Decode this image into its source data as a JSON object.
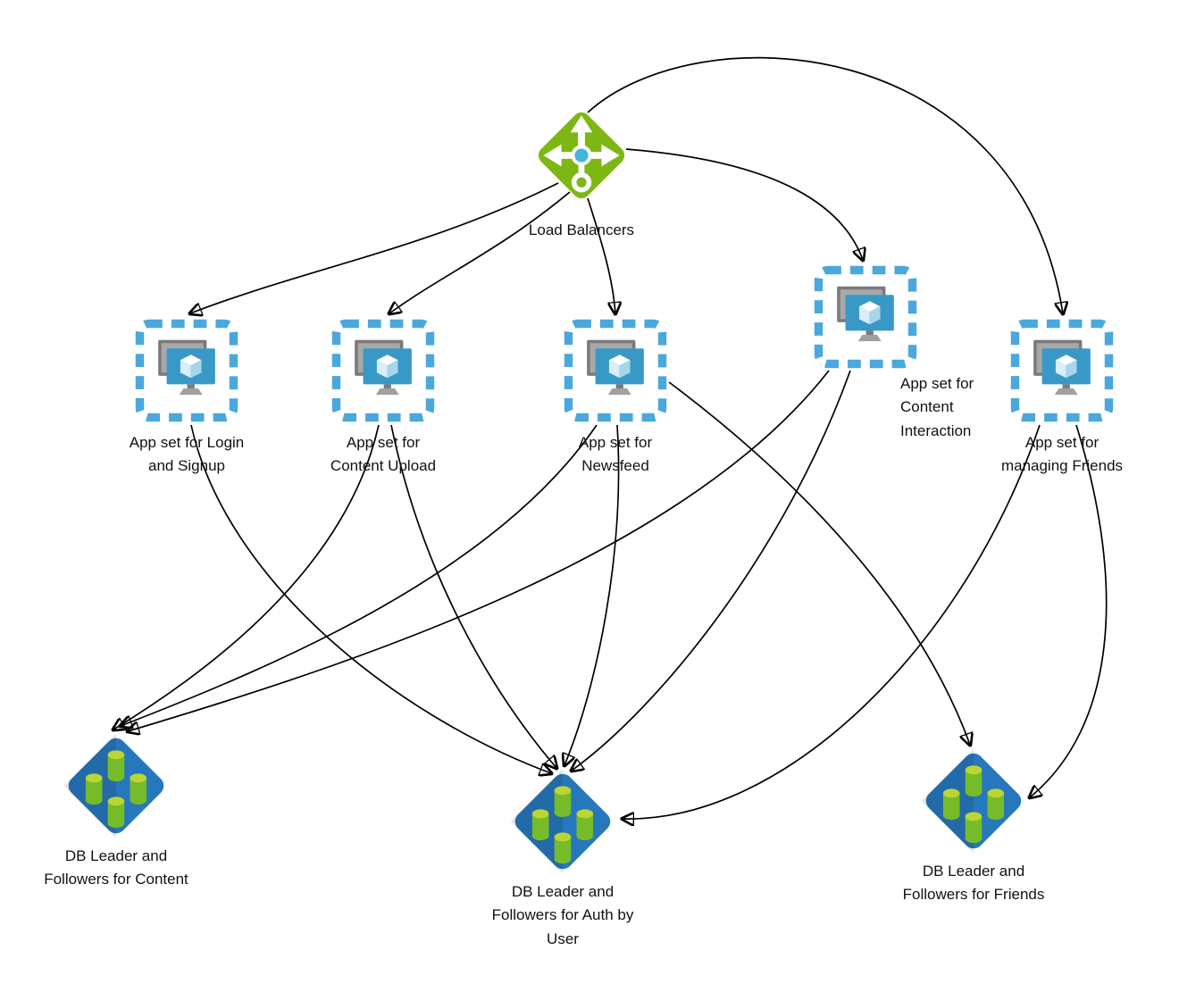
{
  "diagram": {
    "title": "Social network architecture diagram",
    "nodes": {
      "load_balancer": {
        "label": "Load Balancers",
        "type": "load-balancer"
      },
      "app_login": {
        "label": "App set for Login and Signup",
        "type": "vm-scale-set"
      },
      "app_upload": {
        "label": "App set for Content Upload",
        "type": "vm-scale-set"
      },
      "app_newsfeed": {
        "label": "App set for Newsfeed",
        "type": "vm-scale-set"
      },
      "app_interaction": {
        "label": "App set for Content Interaction",
        "type": "vm-scale-set"
      },
      "app_friends": {
        "label": "App set for managing Friends",
        "type": "vm-scale-set"
      },
      "db_content": {
        "label": "DB Leader and Followers for Content",
        "type": "database-cluster"
      },
      "db_auth": {
        "label": "DB Leader and Followers for Auth by User",
        "type": "database-cluster"
      },
      "db_friends": {
        "label": "DB Leader and Followers for Friends",
        "type": "database-cluster"
      }
    },
    "edges": [
      {
        "from": "load_balancer",
        "to": "app_login"
      },
      {
        "from": "load_balancer",
        "to": "app_upload"
      },
      {
        "from": "load_balancer",
        "to": "app_newsfeed"
      },
      {
        "from": "load_balancer",
        "to": "app_interaction"
      },
      {
        "from": "load_balancer",
        "to": "app_friends"
      },
      {
        "from": "app_login",
        "to": "db_auth"
      },
      {
        "from": "app_upload",
        "to": "db_content"
      },
      {
        "from": "app_upload",
        "to": "db_auth"
      },
      {
        "from": "app_newsfeed",
        "to": "db_content"
      },
      {
        "from": "app_newsfeed",
        "to": "db_auth"
      },
      {
        "from": "app_newsfeed",
        "to": "db_friends"
      },
      {
        "from": "app_interaction",
        "to": "db_content"
      },
      {
        "from": "app_interaction",
        "to": "db_auth"
      },
      {
        "from": "app_friends",
        "to": "db_friends"
      },
      {
        "from": "app_friends",
        "to": "db_auth"
      }
    ],
    "colors": {
      "load_balancer_green": "#7DB713",
      "scale_set_border_blue": "#4AA8DC",
      "monitor_blue": "#3999C6",
      "db_diamond_blue": "#2777BD",
      "cylinder_green": "#76BB29",
      "cylinder_top_green": "#BCD631",
      "edge_black": "#000000"
    }
  }
}
